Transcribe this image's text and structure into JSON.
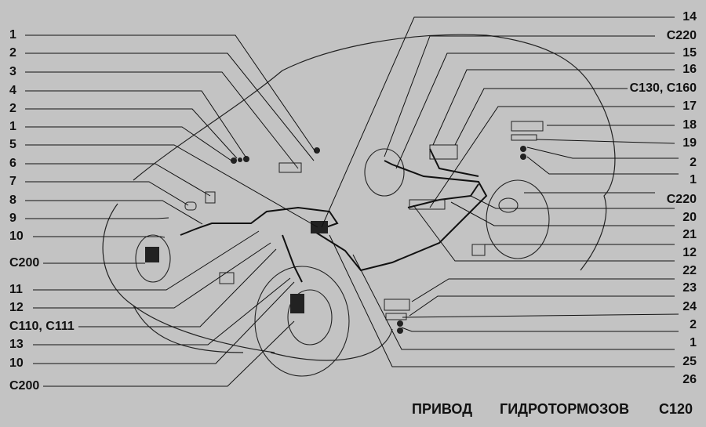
{
  "diagram": {
    "left_labels": [
      "1",
      "2",
      "3",
      "4",
      "2",
      "1",
      "5",
      "6",
      "7",
      "8",
      "9",
      "10",
      "C200",
      "11",
      "12",
      "C110, C111",
      "13",
      "10",
      "C200"
    ],
    "right_labels": [
      "14",
      "C220",
      "15",
      "16",
      "C130, C160",
      "17",
      "18",
      "19",
      "2",
      "1",
      "C220",
      "20",
      "21",
      "12",
      "22",
      "23",
      "24",
      "2",
      "1",
      "25",
      "26"
    ],
    "title": {
      "part1": "ПРИВОД",
      "part2": "ГИДРОТОРМОЗОВ",
      "code": "C120"
    }
  }
}
